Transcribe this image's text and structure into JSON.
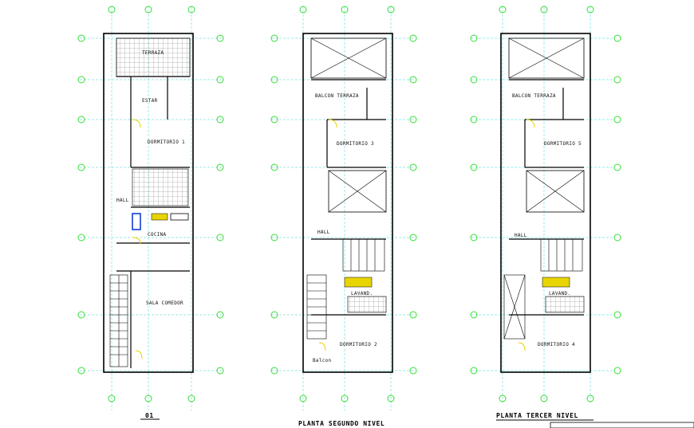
{
  "colors": {
    "background": "#ffffff",
    "wall": "#000000",
    "axis_green": "#33dd33",
    "dim_cyan": "#00cccc",
    "yellow": "#e8d400",
    "blue": "#1040d0",
    "hatch_gray": "#888888"
  },
  "plan1": {
    "labels": {
      "terraza": "TERRAZA",
      "estar": "ESTAR",
      "dormitorio": "DORMITORIO 1",
      "hall": "HALL",
      "cocina": "COCINA",
      "sala_comedor": "SALA COMEDOR"
    },
    "number": "01"
  },
  "plan2": {
    "labels": {
      "balcon": "BALCON TERRAZA",
      "dormitorio_3": "DORMITORIO 3",
      "hall": "HALL",
      "dormitorio_2": "DORMITORIO 2",
      "lavand": "LAVAND.",
      "balcon_bottom": "Balcon"
    },
    "title": "PLANTA SEGUNDO NIVEL"
  },
  "plan3": {
    "labels": {
      "balcon": "BALCON TERRAZA",
      "dormitorio_5": "DORMITORIO 5",
      "hall": "HALL",
      "dormitorio_4": "DORMITORIO 4",
      "lavand": "LAVAND."
    },
    "title": "PLANTA TERCER NIVEL"
  }
}
